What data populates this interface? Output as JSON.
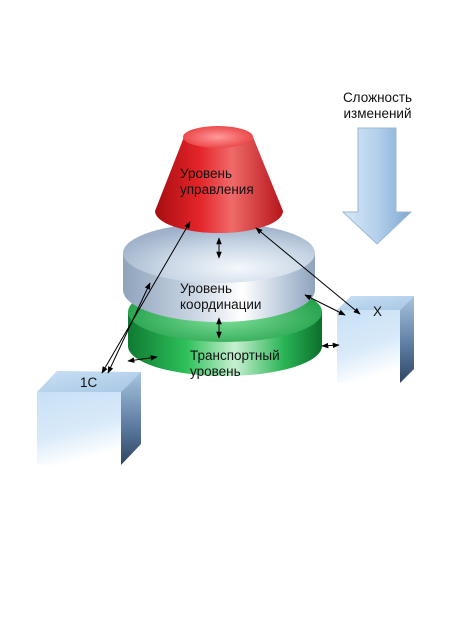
{
  "labels": {
    "complexity_line1": "Сложность",
    "complexity_line2": "изменений",
    "control_line1": "Уровень",
    "control_line2": "управления",
    "coordination_line1": "Уровень",
    "coordination_line2": "координации",
    "transport_line1": "Транспортный",
    "transport_line2": "уровень",
    "system_1c": "1С",
    "system_x": "X"
  },
  "colors": {
    "control_layer": "#e01c1c",
    "coordination_layer": "#b9c9dc",
    "transport_layer": "#1fae4c",
    "cube": "#b3d1ee",
    "arrow_fill": "#b8d4ee"
  }
}
